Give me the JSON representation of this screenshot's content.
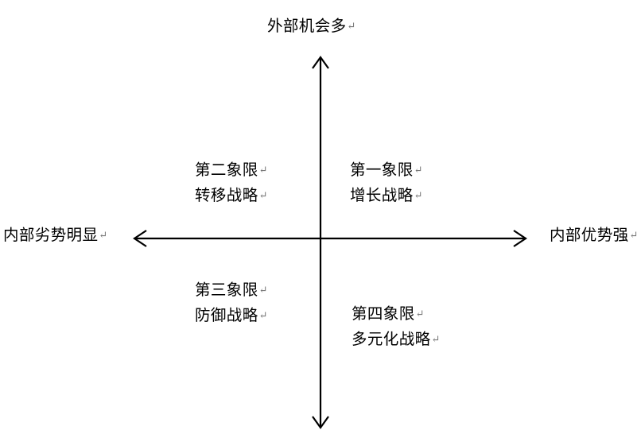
{
  "diagram": {
    "type": "swot-quadrant-matrix",
    "background_color": "#ffffff",
    "line_color": "#000000",
    "text_color": "#000000",
    "pilcrow_color": "#7a7a7a",
    "pilcrow": "↵",
    "axes": {
      "vertical": {
        "name": "opportunity-threat-axis",
        "top_label": "外部机会多",
        "arrow_top": true,
        "arrow_bottom": true
      },
      "horizontal": {
        "name": "strength-weakness-axis",
        "left_label": "内部劣势明显",
        "right_label": "内部优势强",
        "arrow_left": true,
        "arrow_right": true
      }
    },
    "quadrants": [
      {
        "id": "quadrant-1",
        "position": "top-right",
        "title": "第一象限",
        "strategy": "增长战略"
      },
      {
        "id": "quadrant-2",
        "position": "top-left",
        "title": "第二象限",
        "strategy": "转移战略"
      },
      {
        "id": "quadrant-3",
        "position": "bottom-left",
        "title": "第三象限",
        "strategy": "防御战略"
      },
      {
        "id": "quadrant-4",
        "position": "bottom-right",
        "title": "第四象限",
        "strategy": "多元化战略"
      }
    ]
  }
}
